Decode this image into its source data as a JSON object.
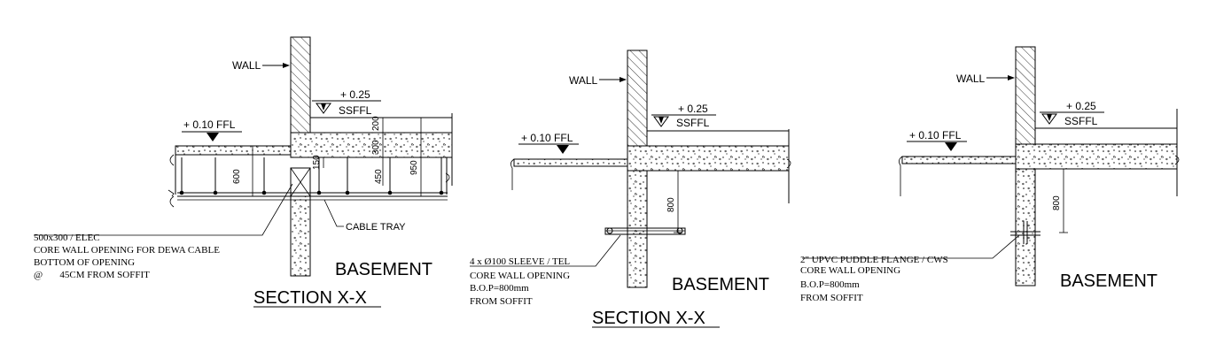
{
  "sections": [
    {
      "id": "section-1",
      "wall_label": "WALL",
      "ffl_label": "+ 0.10 FFL",
      "ssffl_level": "+ 0.25",
      "ssffl_label": "SSFFL",
      "dims": [
        "200",
        "300",
        "150",
        "600",
        "450",
        "950"
      ],
      "tray_label": "CABLE TRAY",
      "note_lines": [
        "500x300 / ELEC",
        "CORE WALL OPENING FOR DEWA CABLE",
        "BOTTOM OF OPENING",
        "@       45CM FROM SOFFIT"
      ],
      "room_label": "BASEMENT",
      "title": "SECTION X-X"
    },
    {
      "id": "section-2",
      "wall_label": "WALL",
      "ffl_label": "+ 0.10 FFL",
      "ssffl_level": "+ 0.25",
      "ssffl_label": "SSFFL",
      "dims": [
        "800"
      ],
      "note_lines": [
        "4 x Ø100 SLEEVE / TEL",
        "CORE WALL OPENING",
        "B.O.P=800mm",
        "FROM SOFFIT"
      ],
      "room_label": "BASEMENT",
      "title": "SECTION X-X"
    },
    {
      "id": "section-3",
      "wall_label": "WALL",
      "ffl_label": "+ 0.10 FFL",
      "ssffl_level": "+ 0.25",
      "ssffl_label": "SSFFL",
      "dims": [
        "800"
      ],
      "note_lines": [
        "2\" UPVC PUDDLE FLANGE / CWS",
        "CORE WALL OPENING",
        "B.O.P=800mm",
        "FROM SOFFIT"
      ],
      "room_label": "BASEMENT"
    }
  ]
}
